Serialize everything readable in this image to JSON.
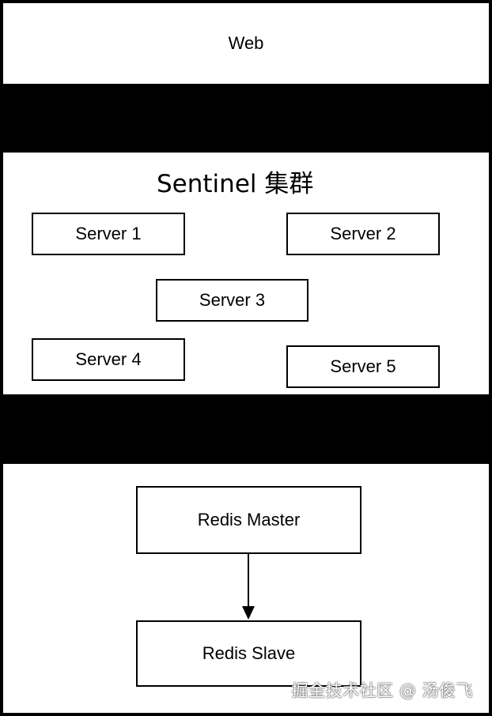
{
  "web": {
    "label": "Web"
  },
  "sentinel": {
    "title": "Sentinel 集群",
    "servers": [
      "Server 1",
      "Server 2",
      "Server 3",
      "Server 4",
      "Server 5"
    ]
  },
  "redis": {
    "master": "Redis Master",
    "slave": "Redis Slave"
  },
  "watermark": "掘金技术社区 @ 汤俊飞",
  "colors": {
    "background": "#000000",
    "panel": "#ffffff",
    "stroke": "#000000"
  }
}
